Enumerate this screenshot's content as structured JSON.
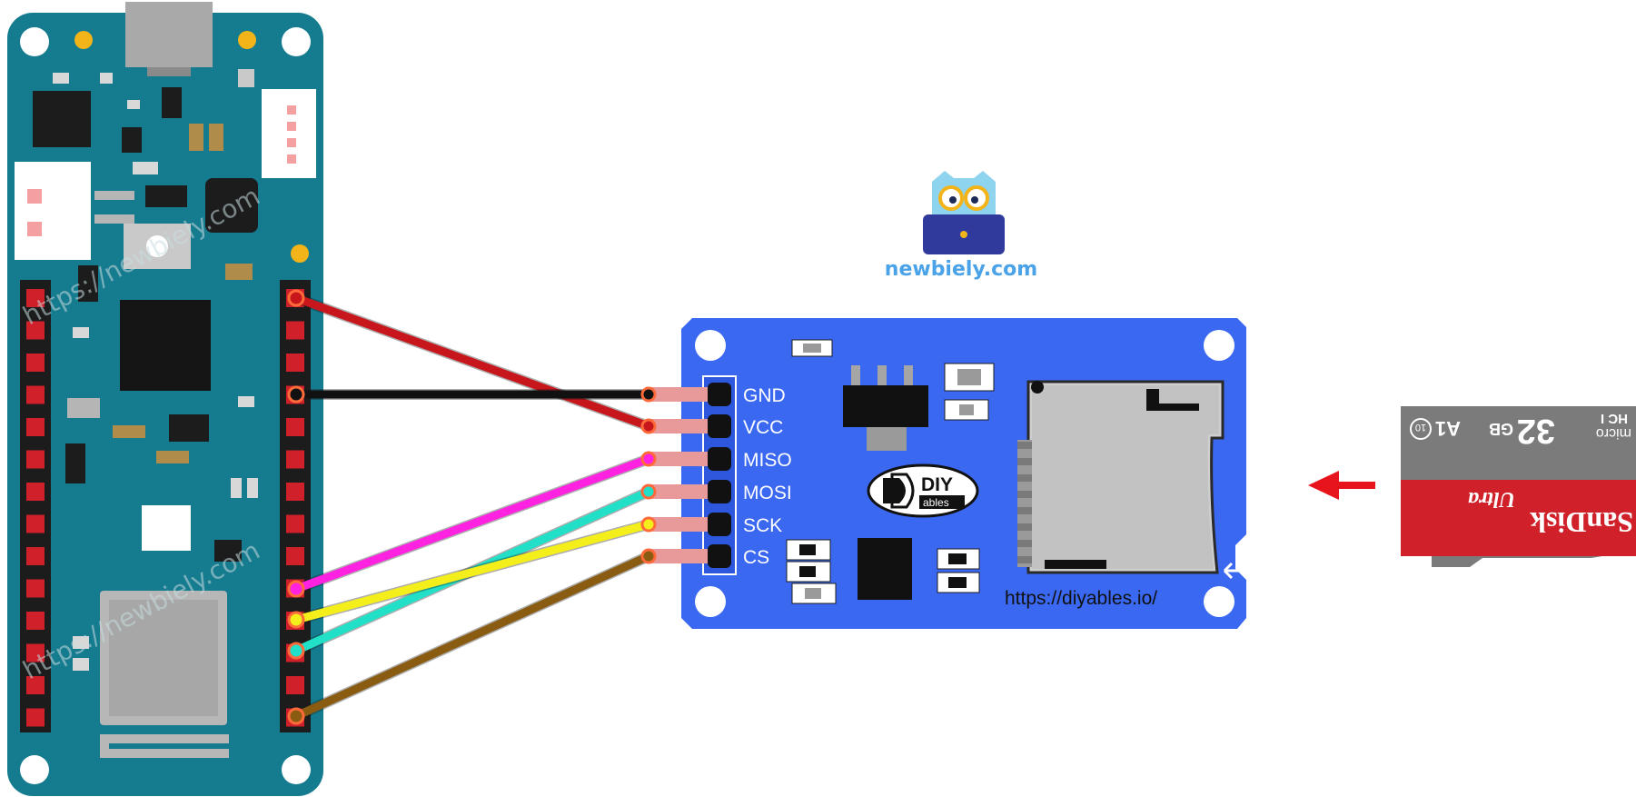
{
  "branding": {
    "site_name": "newbiely.com",
    "watermark_1": "https://newbiely.com",
    "watermark_2": "https://newbiely.com"
  },
  "sd_module": {
    "url": "https://diyables.io/",
    "logo_text": "DIY",
    "logo_subtext": "ables",
    "pins": [
      "GND",
      "VCC",
      "MISO",
      "MOSI",
      "SCK",
      "CS"
    ]
  },
  "sd_card": {
    "brand": "SanDisk",
    "line": "Ultra",
    "capacity": "32",
    "unit": "GB",
    "class_mark": "10",
    "app_class": "A1",
    "type": "micro",
    "hc": "HC I"
  },
  "wires": [
    {
      "from": "arduino-pin-vcc",
      "to": "VCC",
      "color": "#c8161d"
    },
    {
      "from": "arduino-pin-gnd",
      "to": "GND",
      "color": "#111111"
    },
    {
      "from": "arduino-pin-miso",
      "to": "MISO",
      "color": "#ff22e0"
    },
    {
      "from": "arduino-pin-mosi",
      "to": "MOSI",
      "color": "#22e0c8"
    },
    {
      "from": "arduino-pin-sck",
      "to": "SCK",
      "color": "#f4ee1a"
    },
    {
      "from": "arduino-pin-cs",
      "to": "CS",
      "color": "#8a5c12"
    }
  ],
  "colors": {
    "arduino_board": "#157b8f",
    "sd_module_board": "#3a68f0",
    "arrow": "#e8141c",
    "card_top": "#7b7b7b",
    "card_bottom": "#d0202a"
  }
}
